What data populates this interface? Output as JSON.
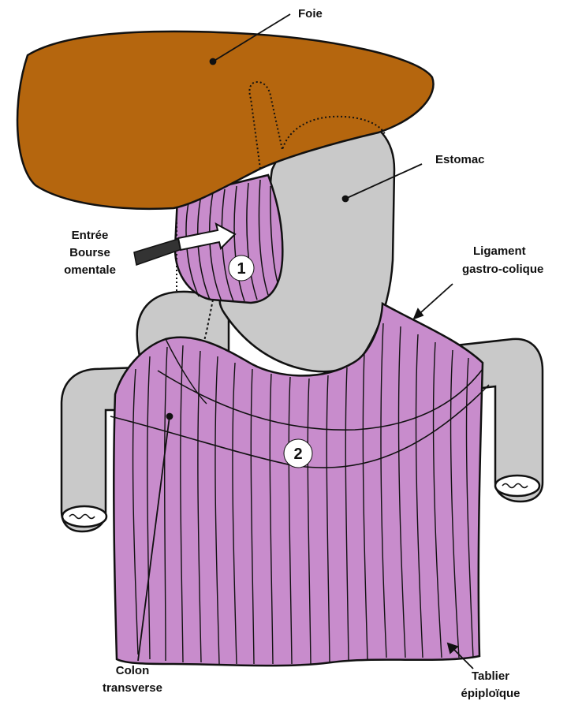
{
  "colors": {
    "liver": "#b5660e",
    "stomach": "#c9c9c9",
    "omentum": "#c88ccc",
    "outline": "#111111",
    "background": "#ffffff"
  },
  "labels": {
    "foie": "Foie",
    "estomac": "Estomac",
    "entree_line1": "Entrée",
    "entree_line2": "Bourse",
    "entree_line3": "omentale",
    "ligament_line1": "Ligament",
    "ligament_line2": "gastro-colique",
    "colon_line1": "Colon",
    "colon_line2": "transverse",
    "tablier_line1": "Tablier",
    "tablier_line2": "épiploïque"
  },
  "markers": {
    "one": "1",
    "two": "2"
  }
}
